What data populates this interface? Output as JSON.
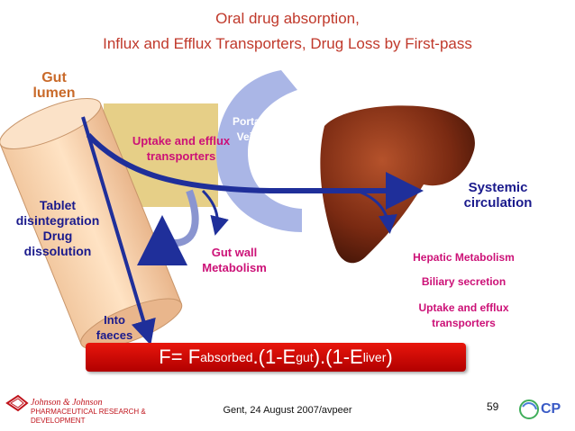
{
  "slide": {
    "title_line1": "Oral drug absorption,",
    "title_line2": "Influx and Efflux Transporters, Drug Loss by First-pass",
    "labels": {
      "gut_lumen": "Gut\nlumen",
      "tablet": "Tablet\ndisintegration\nDrug\ndissolution",
      "uptake_gut": "Uptake and efflux\ntransporters",
      "portal_vein": "Portal\nVein",
      "systemic": "Systemic\ncirculation",
      "gut_wall": "Gut  wall\nMetabolism",
      "hepatic": "Hepatic Metabolism",
      "biliary": "Biliary secretion",
      "uptake_liver": "Uptake and efflux\ntransporters",
      "into_faeces": "Into\nfaeces"
    },
    "formula": {
      "prefix": "F= F",
      "sub1": "absorbed",
      "mid1": ".(1-E",
      "sub2": "gut",
      "mid2": ").(1-E",
      "sub3": "liver",
      "suffix": ")"
    },
    "footer": "Gent, 24 August 2007/avpeer",
    "page_number": "59",
    "logos": {
      "left_brand": "Johnson & Johnson",
      "left_sub": "PHARMACEUTICAL RESEARCH & DEVELOPMENT",
      "right_mark": "CP"
    },
    "colors": {
      "title": "#c0392b",
      "gut_label": "#c96a2a",
      "navy": "#1a1a8c",
      "magenta": "#cc1177",
      "portal": "#ffffff",
      "arrow": "#1f2f9a",
      "formula_bg": "#d40d0d"
    }
  }
}
